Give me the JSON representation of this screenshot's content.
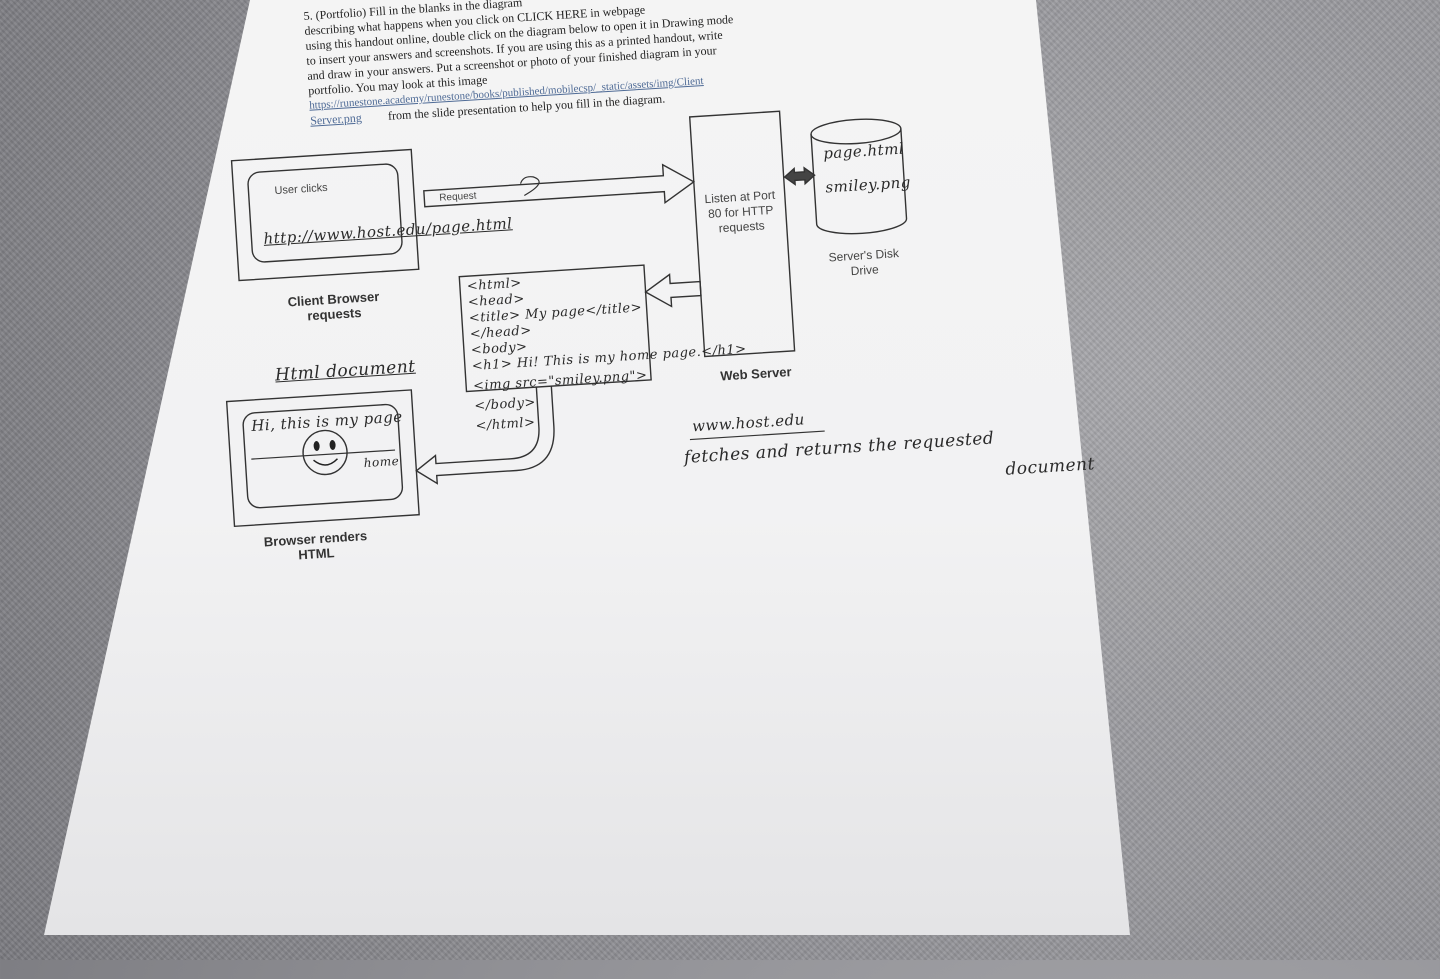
{
  "instructions": {
    "line1": "5.  (Portfolio) Fill in the blanks in the diagram",
    "line2": "describing what happens when you click on CLICK HERE in webpage",
    "line3": "using this handout online, double click on the diagram below to open it in Drawing mode",
    "line4": "to insert your answers and screenshots. If you are using this as a printed handout, write",
    "line5": "and draw in your answers. Put a screenshot or photo of your finished diagram in your",
    "line6": "portfolio. You may look at this image",
    "link1": "https://runestone.academy/runestone/books/published/mobilecsp/_static/assets/img/Client",
    "link2": "Server.png",
    "line7": "from the slide presentation to help you fill in the diagram."
  },
  "diagram": {
    "user_clicks": "User clicks",
    "request": "Request",
    "client_browser_requests": "Client Browser requests",
    "listen_port": "Listen at Port 80 for HTTP requests",
    "web_server": "Web Server",
    "servers_disk_drive": "Server's Disk Drive",
    "browser_renders_html": "Browser renders HTML"
  },
  "handwriting": {
    "url_clicked": "http://www.host.edu/page.html",
    "disk_file_1": "page.html",
    "disk_file_2": "smiley.png",
    "html_document_label": "Html document",
    "rendered_text": "Hi, this is my page",
    "rendered_home": "home",
    "code_lines": [
      "<html>",
      "<head>",
      "<title> My page</title>",
      "</head>",
      "<body>",
      "<h1> Hi! This is my home page.</h1>",
      "<img src=\"smiley.png\">",
      "</body>",
      "</html>"
    ],
    "server_name": "www.host.edu",
    "server_note_1": "fetches and returns the requested",
    "server_note_2": "document"
  }
}
